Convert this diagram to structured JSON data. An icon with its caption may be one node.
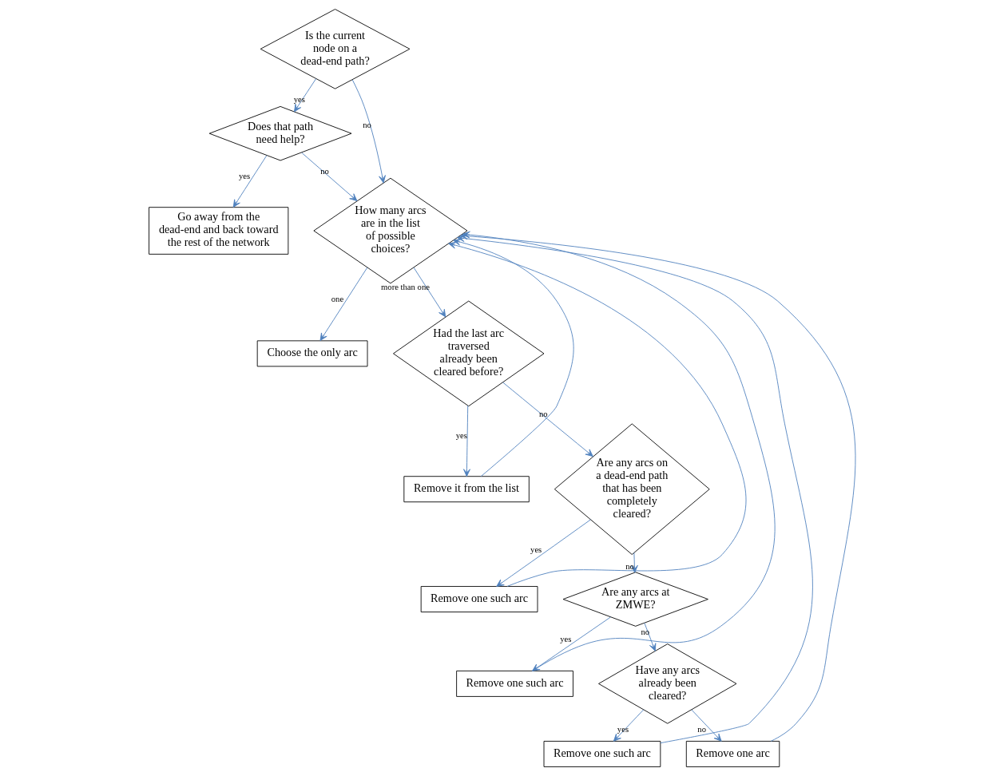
{
  "diagram": {
    "nodes": [
      {
        "text": [
          "Is the current node on a dead-end path?"
        ]
      },
      {
        "text": [
          "Does that path need help?"
        ]
      },
      {
        "text": [
          "Go away from the dead-end and back toward the rest of the network"
        ]
      },
      {
        "text": [
          "How many arcs are in the list of possible choices?"
        ]
      },
      {
        "text": [
          "Choose the only arc"
        ]
      },
      {
        "text": [
          "Had the last arc traversed already been cleared before?"
        ]
      },
      {
        "text": [
          "Remove it from the list"
        ]
      },
      {
        "text": [
          "Are any arcs on a dead-end path that has been completely cleared?"
        ]
      },
      {
        "text": [
          "Remove one such arc"
        ]
      },
      {
        "text": [
          "Are any arcs at ZMWE?"
        ]
      },
      {
        "text": [
          "Remove one such arc"
        ]
      },
      {
        "text": [
          "Have any arcs already been cleared?"
        ]
      },
      {
        "text": [
          "Remove one such arc"
        ]
      },
      {
        "text": [
          "Remove one arc"
        ]
      }
    ],
    "edges": [
      {
        "from": 0,
        "to": 3,
        "arrow": "to",
        "label": "no"
      },
      {
        "from": 0,
        "to": 1,
        "arrow": "to",
        "label": "yes"
      },
      {
        "from": 1,
        "to": 3,
        "arrow": "to",
        "label": "no"
      },
      {
        "from": 1,
        "to": 2,
        "arrow": "to",
        "label": "yes"
      },
      {
        "from": 3,
        "to": 4,
        "arrow": "to",
        "label": "one"
      },
      {
        "from": 3,
        "to": 5,
        "arrow": "to",
        "label": "more than one"
      },
      {
        "from": 5,
        "to": 6,
        "arrow": "to",
        "label": "yes"
      },
      {
        "from": 5,
        "to": 7,
        "arrow": "to",
        "label": "no"
      },
      {
        "from": 7,
        "to": 8,
        "arrow": "to",
        "label": "yes"
      },
      {
        "from": 7,
        "to": 9,
        "arrow": "to",
        "label": "no"
      },
      {
        "from": 9,
        "to": 10,
        "arrow": "to",
        "label": "yes"
      },
      {
        "from": 9,
        "to": 11,
        "arrow": "to",
        "label": "no"
      },
      {
        "from": 11,
        "to": 12,
        "arrow": "to",
        "label": "yes"
      },
      {
        "from": 11,
        "to": 13,
        "arrow": "to",
        "label": "no"
      },
      {
        "from": 6,
        "to": 3,
        "arrow": "to"
      },
      {
        "from": 8,
        "to": 3,
        "arrow": "to"
      },
      {
        "from": 10,
        "to": 3,
        "arrow": "to"
      },
      {
        "from": 12,
        "to": 3,
        "arrow": "to"
      },
      {
        "from": 13,
        "to": 3,
        "arrow": "to"
      }
    ]
  }
}
